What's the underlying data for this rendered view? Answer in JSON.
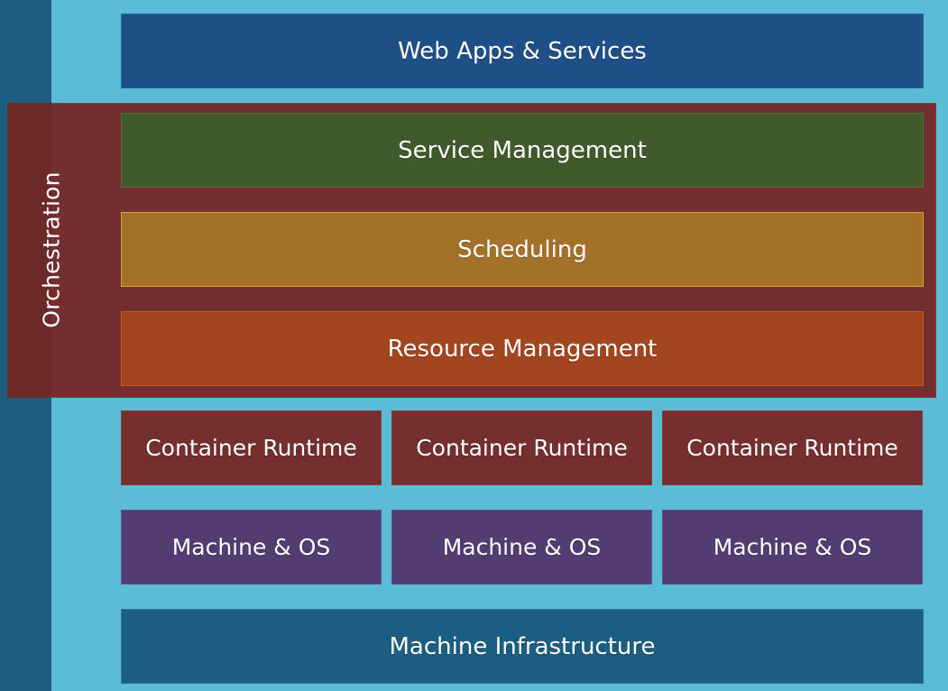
{
  "layers": {
    "web_apps": "Web Apps & Services",
    "service_management": "Service Management",
    "scheduling": "Scheduling",
    "resource_management": "Resource Management",
    "container_runtimes": [
      "Container Runtime",
      "Container Runtime",
      "Container Runtime"
    ],
    "machines": [
      "Machine & OS",
      "Machine & OS",
      "Machine & OS"
    ],
    "infrastructure": "Machine Infrastructure"
  },
  "orchestration_label": "Orchestration",
  "colors": {
    "background": "#5bbcd6",
    "left_strip": "#1b5e7e",
    "orchestration": "#732f2f",
    "web_apps": "#1e4f87",
    "service_management": "#405a2c",
    "scheduling": "#a47128",
    "resource_management": "#a3451f",
    "container_runtime": "#742f2e",
    "machine_os": "#523c72",
    "infrastructure": "#1c5e81"
  }
}
